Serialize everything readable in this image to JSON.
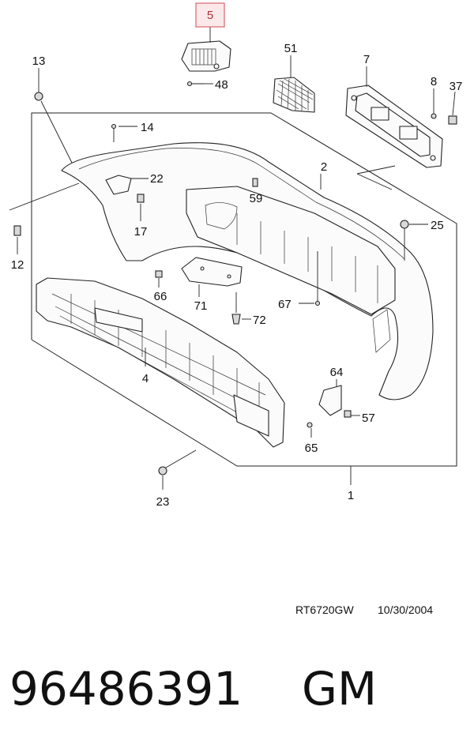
{
  "callouts": {
    "c5": "5",
    "c13": "13",
    "c48": "48",
    "c51": "51",
    "c7": "7",
    "c8": "8",
    "c37": "37",
    "c14": "14",
    "c22": "22",
    "c17": "17",
    "c2": "2",
    "c59": "59",
    "c25": "25",
    "c12": "12",
    "c66": "66",
    "c71": "71",
    "c67": "67",
    "c72": "72",
    "c4": "4",
    "c64": "64",
    "c57": "57",
    "c65": "65",
    "c23": "23",
    "c1": "1"
  },
  "highlight_color": "#d9707a",
  "footer": {
    "reference": "RT6720GW",
    "date": "10/30/2004",
    "part_number": "96486391",
    "brand": "GM"
  }
}
